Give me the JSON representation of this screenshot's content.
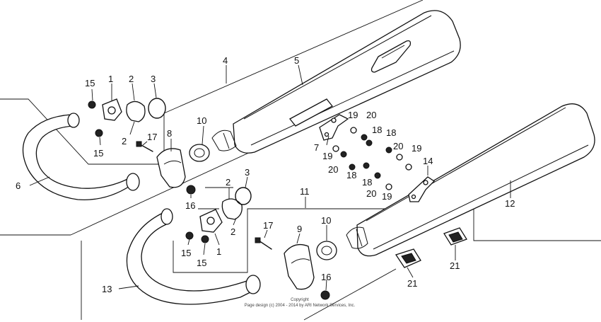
{
  "diagram": {
    "callouts": [
      {
        "id": "c-1a",
        "text": "1"
      },
      {
        "id": "c-2a",
        "text": "2"
      },
      {
        "id": "c-2b",
        "text": "2"
      },
      {
        "id": "c-3a",
        "text": "3"
      },
      {
        "id": "c-4",
        "text": "4"
      },
      {
        "id": "c-5",
        "text": "5"
      },
      {
        "id": "c-6",
        "text": "6"
      },
      {
        "id": "c-7",
        "text": "7"
      },
      {
        "id": "c-8",
        "text": "8"
      },
      {
        "id": "c-10a",
        "text": "10"
      },
      {
        "id": "c-15a",
        "text": "15"
      },
      {
        "id": "c-15b",
        "text": "15"
      },
      {
        "id": "c-16a",
        "text": "16"
      },
      {
        "id": "c-17a",
        "text": "17"
      },
      {
        "id": "c-18a",
        "text": "18"
      },
      {
        "id": "c-18b",
        "text": "18"
      },
      {
        "id": "c-18c",
        "text": "18"
      },
      {
        "id": "c-18d",
        "text": "18"
      },
      {
        "id": "c-19a",
        "text": "19"
      },
      {
        "id": "c-19b",
        "text": "19"
      },
      {
        "id": "c-19c",
        "text": "19"
      },
      {
        "id": "c-19d",
        "text": "19"
      },
      {
        "id": "c-20a",
        "text": "20"
      },
      {
        "id": "c-20b",
        "text": "20"
      },
      {
        "id": "c-20c",
        "text": "20"
      },
      {
        "id": "c-20d",
        "text": "20"
      },
      {
        "id": "c-14",
        "text": "14"
      },
      {
        "id": "c-11",
        "text": "11"
      },
      {
        "id": "c-12",
        "text": "12"
      },
      {
        "id": "c-2c",
        "text": "2"
      },
      {
        "id": "c-3b",
        "text": "3"
      },
      {
        "id": "c-2d",
        "text": "2"
      },
      {
        "id": "c-10b",
        "text": "10"
      },
      {
        "id": "c-17b",
        "text": "17"
      },
      {
        "id": "c-9",
        "text": "9"
      },
      {
        "id": "c-16b",
        "text": "16"
      },
      {
        "id": "c-15c",
        "text": "15"
      },
      {
        "id": "c-15d",
        "text": "15"
      },
      {
        "id": "c-1b",
        "text": "1"
      },
      {
        "id": "c-13",
        "text": "13"
      },
      {
        "id": "c-21a",
        "text": "21"
      },
      {
        "id": "c-21b",
        "text": "21"
      }
    ],
    "copyright_line1": "Copyright",
    "copyright_line2": "Page design (c) 2004 - 2014 by ARI Network Services, Inc."
  }
}
